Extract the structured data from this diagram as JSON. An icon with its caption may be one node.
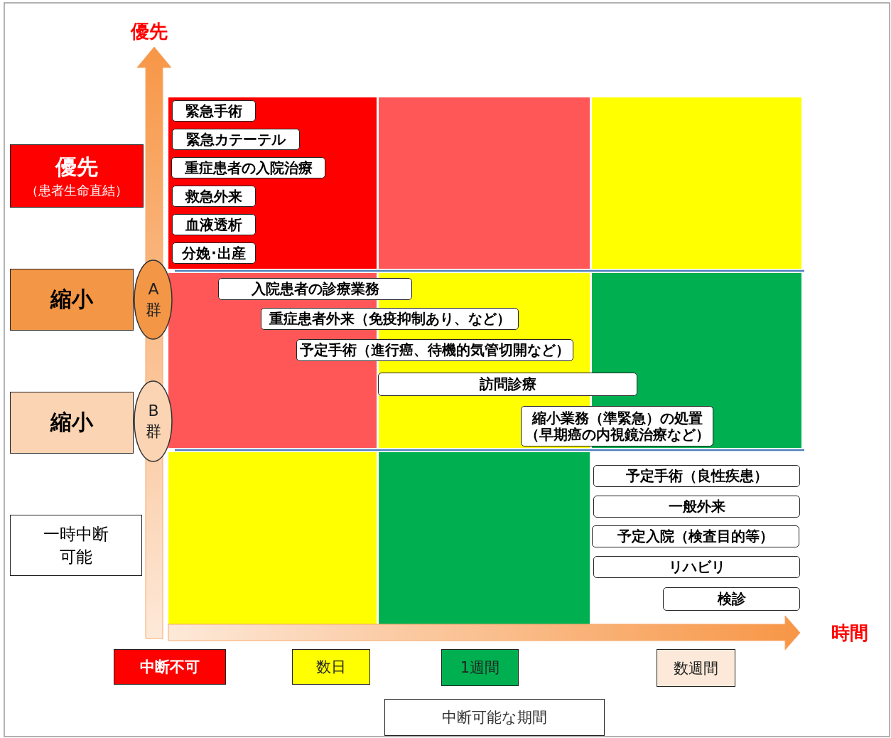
{
  "diagram": {
    "nodes": [
      {
        "text": [
          "優先",
          "（患者生命直結）"
        ]
      },
      {
        "text": [
          "緊急手術"
        ]
      },
      {
        "text": [
          "緊急カテーテル"
        ]
      },
      {
        "text": [
          "重症患者の入院治療"
        ]
      },
      {
        "text": [
          "救急外来"
        ]
      },
      {
        "text": [
          "血液透析"
        ]
      },
      {
        "text": [
          "分娩･出産"
        ]
      },
      {
        "text": [
          "縮小"
        ]
      },
      {
        "text": [
          "A群"
        ]
      },
      {
        "text": [
          "入院患者の診療業務"
        ]
      },
      {
        "text": [
          "重症患者外来（免疫抑制あり、など）"
        ]
      },
      {
        "text": [
          "予定手術（進行癌、待機的気管切開など）"
        ]
      },
      {
        "text": [
          "訪問診療"
        ]
      },
      {
        "text": [
          "縮小"
        ]
      },
      {
        "text": [
          "B群"
        ]
      },
      {
        "text": [
          "縮小業務（準緊急）の処置",
          "（早期癌の内視鏡治療など）"
        ]
      },
      {
        "text": [
          "一時中断可能"
        ]
      },
      {
        "text": [
          "予定手術（良性疾患）"
        ]
      },
      {
        "text": [
          "一般外来"
        ]
      },
      {
        "text": [
          "予定入院（検査目的等）"
        ]
      },
      {
        "text": [
          "リハビリ"
        ]
      },
      {
        "text": [
          "検診"
        ]
      }
    ],
    "labels": [
      "優先",
      "時間",
      "中断可能な期間"
    ],
    "legend": [
      {
        "text": "中断不可",
        "color": "#ff0000"
      },
      {
        "text": "数日",
        "color": "#ffff00"
      },
      {
        "text": "1週間",
        "color": "#00b050"
      },
      {
        "text": "数週間",
        "color": "#fde9d9"
      }
    ]
  }
}
